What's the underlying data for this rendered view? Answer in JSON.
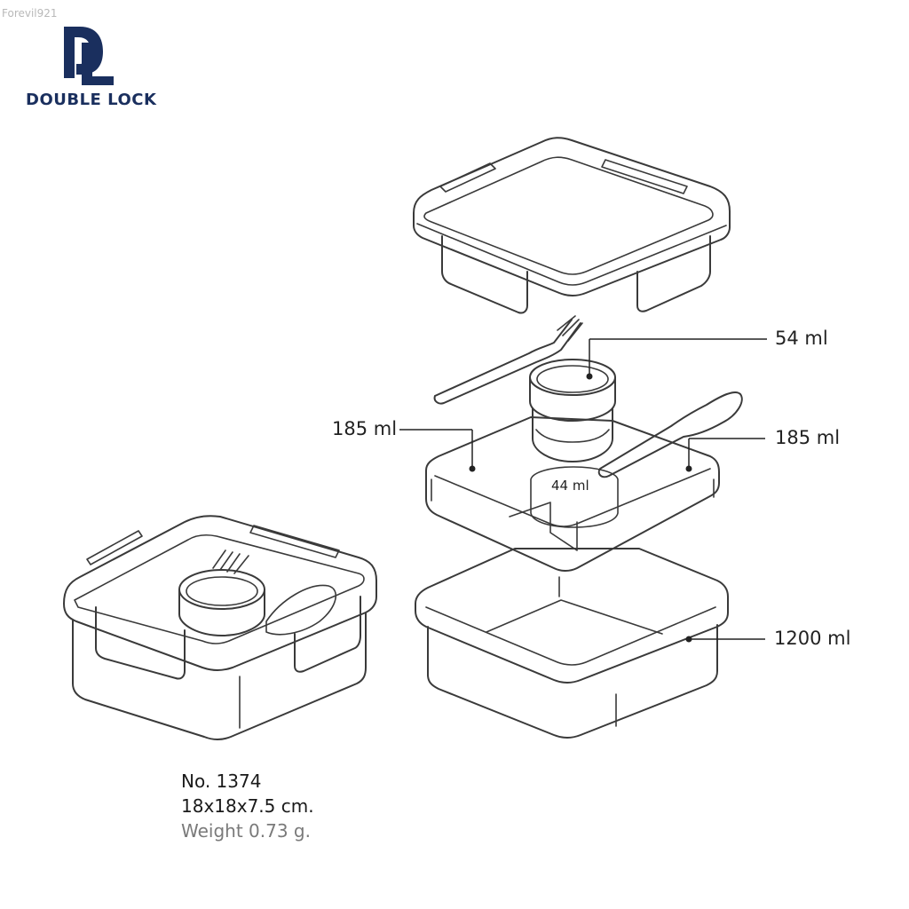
{
  "watermark": "Forevil921",
  "brand": {
    "name": "DOUBLE LOCK",
    "logo_color": "#1a2f5e"
  },
  "callouts": {
    "cup_top": "54 ml",
    "tray_left": "185 ml",
    "tray_right": "185 ml",
    "cup_inner": "44 ml",
    "base": "1200 ml"
  },
  "specs": {
    "model": "No. 1374",
    "dimensions": "18x18x7.5 cm.",
    "weight": "Weight 0.73 g."
  }
}
